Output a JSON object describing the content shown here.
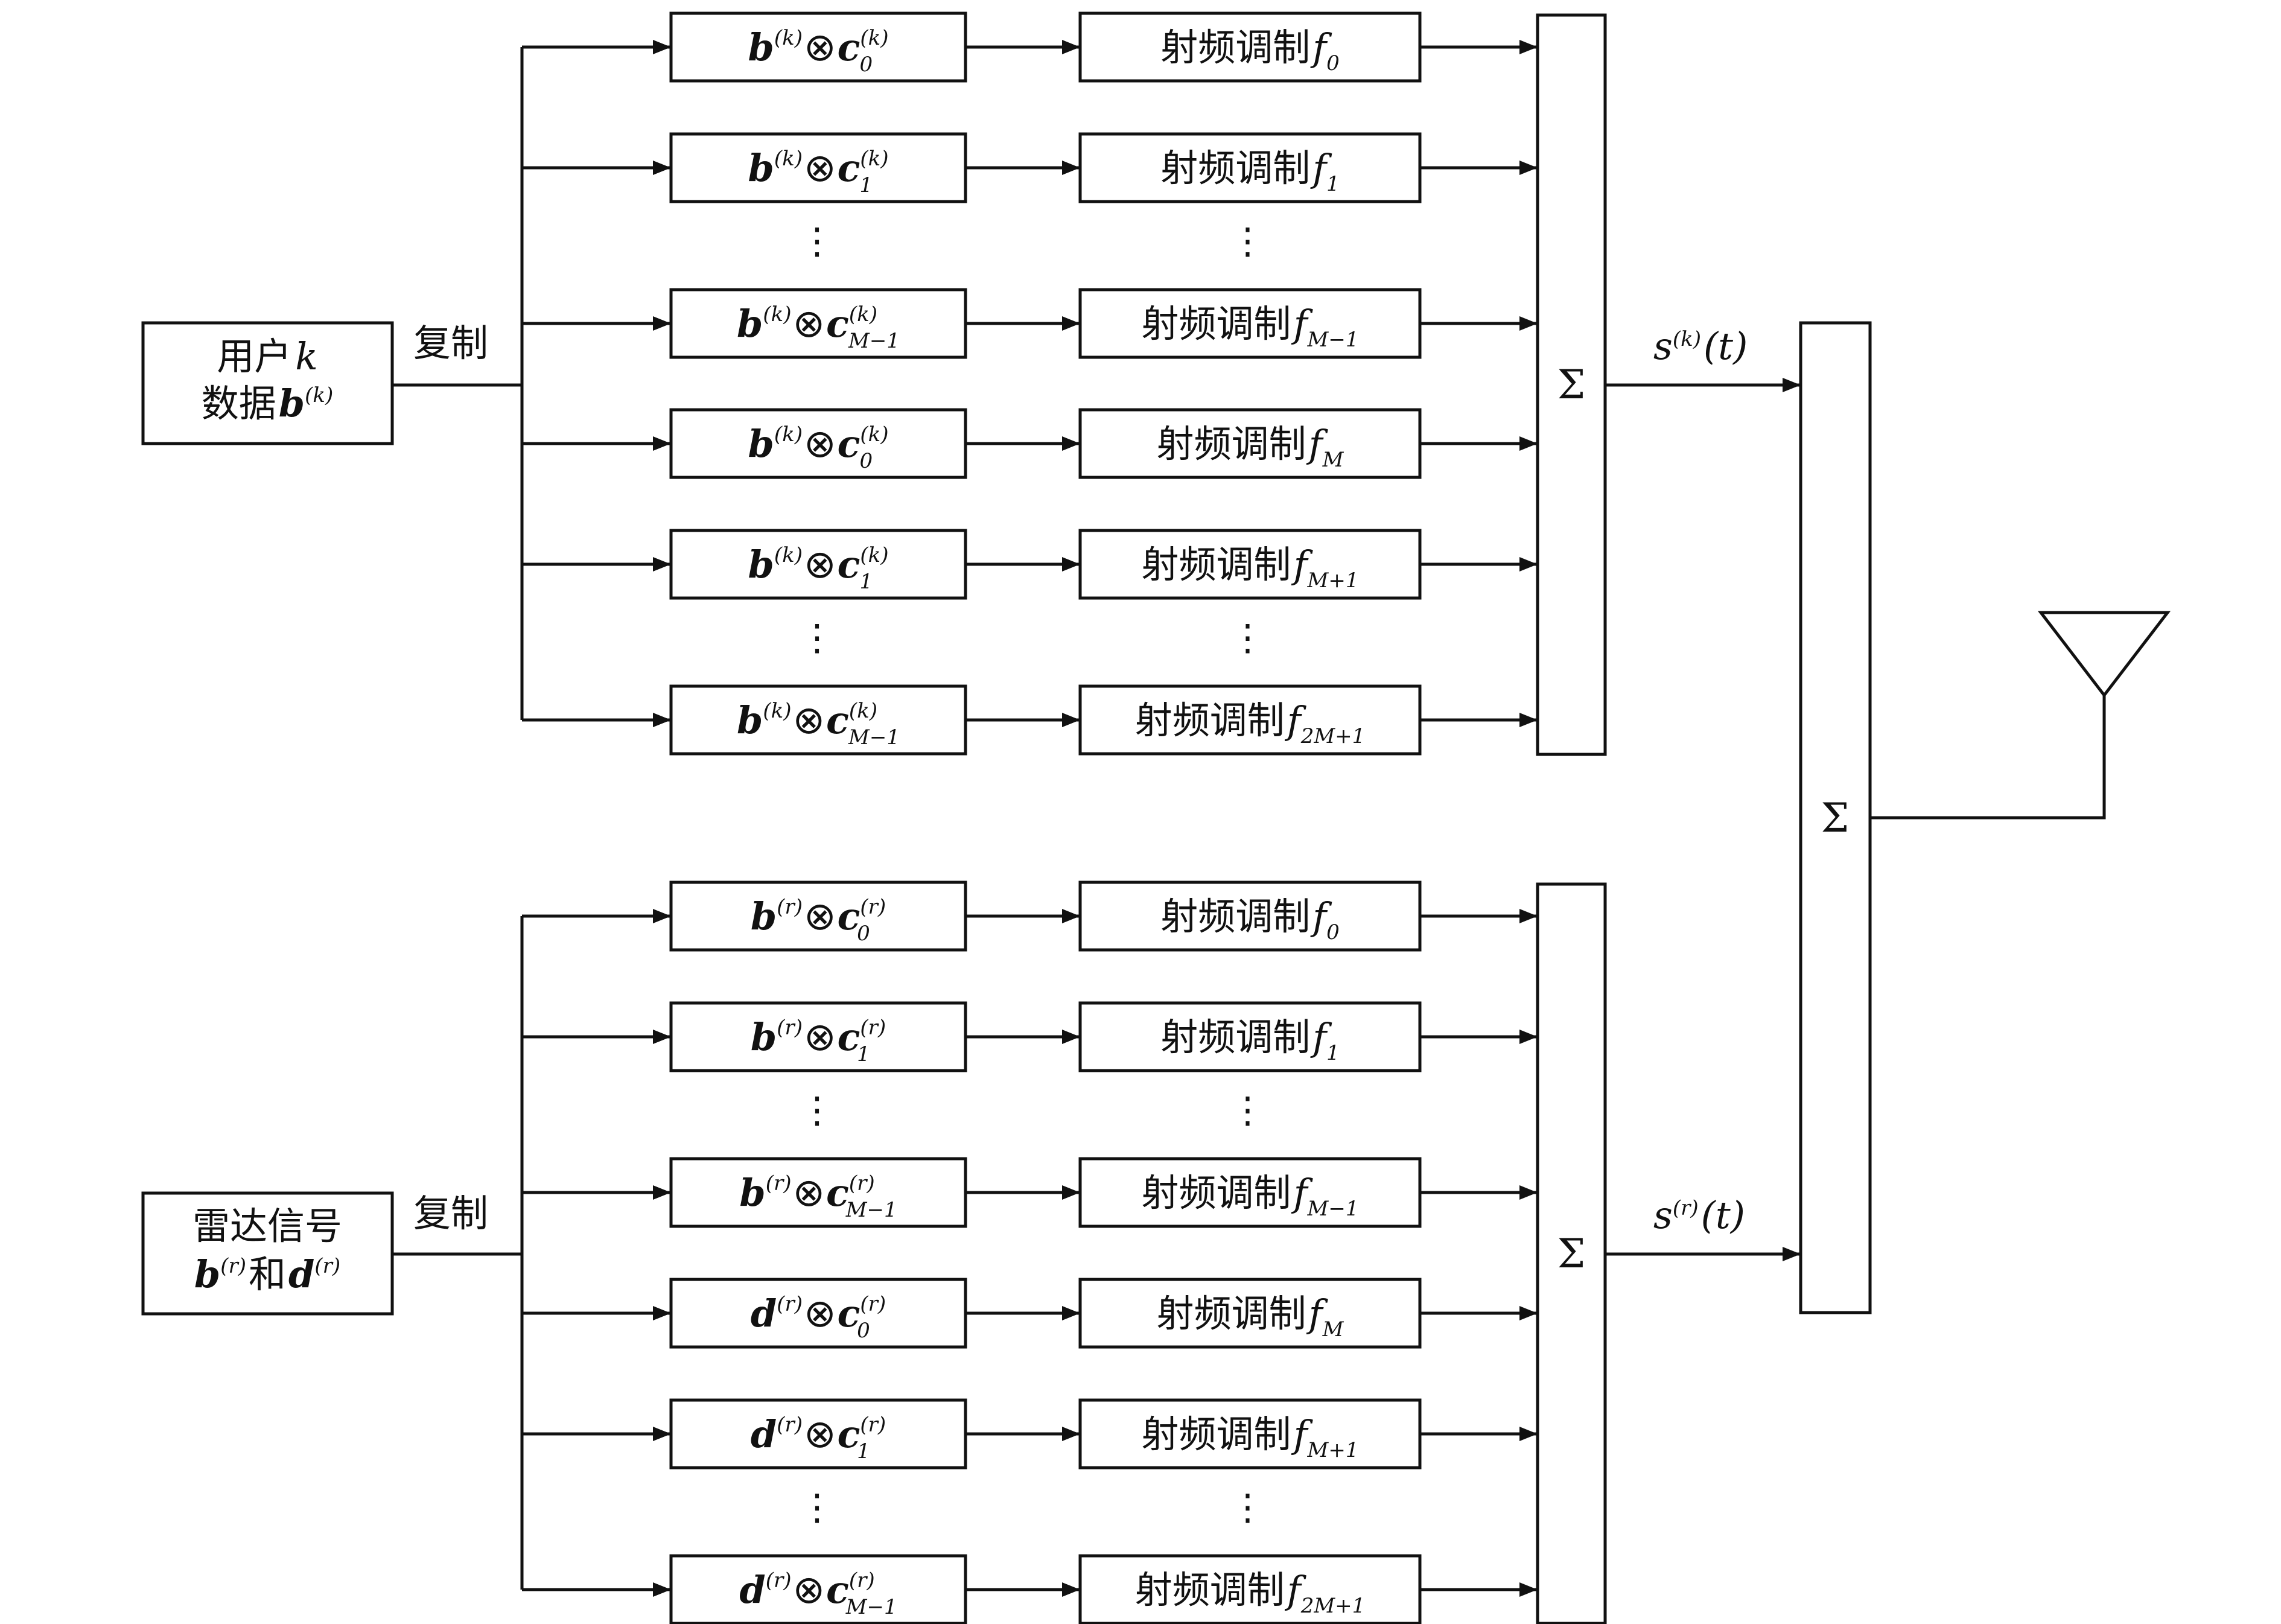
{
  "groups": [
    {
      "id": "user",
      "source": {
        "line1": "用户",
        "line1_var": "k",
        "line2": "数据",
        "line2_var": "b",
        "line2_sup": "(k)"
      },
      "copy_label": "复制",
      "sum_symbol": "Σ",
      "output": {
        "var": "s",
        "sup": "(k)",
        "arg": "(t)"
      },
      "spread_rows": [
        {
          "b": "b",
          "bsup": "(k)",
          "c": "c",
          "csup": "(k)",
          "csub": "0"
        },
        {
          "b": "b",
          "bsup": "(k)",
          "c": "c",
          "csup": "(k)",
          "csub": "1"
        },
        {
          "b": "b",
          "bsup": "(k)",
          "c": "c",
          "csup": "(k)",
          "csub": "M−1"
        },
        {
          "b": "b",
          "bsup": "(k)",
          "c": "c",
          "csup": "(k)",
          "csub": "0"
        },
        {
          "b": "b",
          "bsup": "(k)",
          "c": "c",
          "csup": "(k)",
          "csub": "1"
        },
        {
          "b": "b",
          "bsup": "(k)",
          "c": "c",
          "csup": "(k)",
          "csub": "M−1"
        }
      ],
      "mod_rows": [
        {
          "text": "射频调制",
          "f": "f",
          "sub": "0"
        },
        {
          "text": "射频调制",
          "f": "f",
          "sub": "1"
        },
        {
          "text": "射频调制",
          "f": "f",
          "sub": "M−1"
        },
        {
          "text": "射频调制",
          "f": "f",
          "sub": "M"
        },
        {
          "text": "射频调制",
          "f": "f",
          "sub": "M+1"
        },
        {
          "text": "射频调制",
          "f": "f",
          "sub": "2M+1"
        }
      ]
    },
    {
      "id": "radar",
      "source": {
        "line1": "雷达信号",
        "line2_a": "b",
        "line2_a_sup": "(r)",
        "line2_mid": "和",
        "line2_b": "d",
        "line2_b_sup": "(r)"
      },
      "copy_label": "复制",
      "sum_symbol": "Σ",
      "output": {
        "var": "s",
        "sup": "(r)",
        "arg": "(t)"
      },
      "spread_rows": [
        {
          "b": "b",
          "bsup": "(r)",
          "c": "c",
          "csup": "(r)",
          "csub": "0"
        },
        {
          "b": "b",
          "bsup": "(r)",
          "c": "c",
          "csup": "(r)",
          "csub": "1"
        },
        {
          "b": "b",
          "bsup": "(r)",
          "c": "c",
          "csup": "(r)",
          "csub": "M−1"
        },
        {
          "b": "d",
          "bsup": "(r)",
          "c": "c",
          "csup": "(r)",
          "csub": "0"
        },
        {
          "b": "d",
          "bsup": "(r)",
          "c": "c",
          "csup": "(r)",
          "csub": "1"
        },
        {
          "b": "d",
          "bsup": "(r)",
          "c": "c",
          "csup": "(r)",
          "csub": "M−1"
        }
      ],
      "mod_rows": [
        {
          "text": "射频调制",
          "f": "f",
          "sub": "0"
        },
        {
          "text": "射频调制",
          "f": "f",
          "sub": "1"
        },
        {
          "text": "射频调制",
          "f": "f",
          "sub": "M−1"
        },
        {
          "text": "射频调制",
          "f": "f",
          "sub": "M"
        },
        {
          "text": "射频调制",
          "f": "f",
          "sub": "M+1"
        },
        {
          "text": "射频调制",
          "f": "f",
          "sub": "2M+1"
        }
      ]
    }
  ],
  "final_sum_symbol": "Σ",
  "ellipsis": "⋮",
  "otimes": "⊗"
}
